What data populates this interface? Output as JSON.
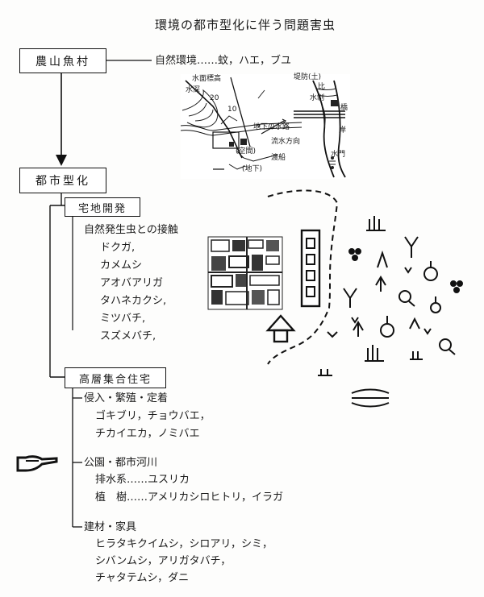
{
  "title": "環境の都市型化に伴う問題害虫",
  "nodes": {
    "rural": "農山魚村",
    "urban": "都市型化",
    "housing_dev": "宅地開発",
    "highrise": "高層集合住宅"
  },
  "rural_env": "自然環境……蚊，ハエ，ブユ",
  "housing": {
    "heading": "自然発生虫との接触",
    "items": [
      "ドクガ,",
      "カメムシ",
      "アオバアリガ",
      "タハネカクシ,",
      "ミツバチ,",
      "スズメバチ,"
    ]
  },
  "highrise_groups": [
    {
      "heading": "侵入・繁殖・定着",
      "lines": [
        "ゴキブリ，チョウバエ，",
        "チカイエカ，ノミバエ"
      ]
    },
    {
      "heading": "公園・都市河川",
      "lines": [
        "排水系……ユスリカ",
        "植　樹……アメリカシロヒトリ，イラガ"
      ]
    },
    {
      "heading": "建材・家具",
      "lines": [
        "ヒラタキクイムシ，シロアリ，シミ，",
        "シバンムシ，アリガタバチ，",
        "チャタテムシ，ダニ"
      ]
    }
  ],
  "map_labels": {
    "embankment": "堤防(土)",
    "water_level": "水面標高",
    "water_depth": "水深",
    "hi": "比",
    "suisei": "水制",
    "bridge": "橋",
    "underground": "地下の水路",
    "flow": "流水方向",
    "ferry": "渡船",
    "shore": "岸",
    "open_air": "(空間)",
    "chika": "(地下)",
    "sluice": "水門",
    "num1": "20",
    "num2": "10"
  }
}
